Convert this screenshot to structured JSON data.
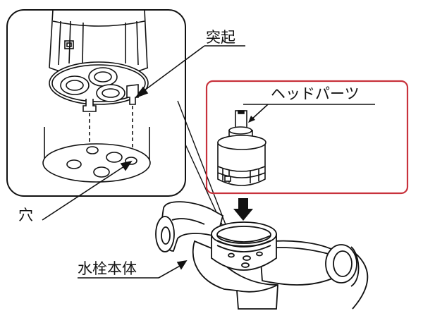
{
  "labels": {
    "protrusion": "突起",
    "head_part": "ヘッドパーツ",
    "hole": "穴",
    "faucet_body": "水栓本体"
  },
  "colors": {
    "line": "#111111",
    "highlight": "#c8323c",
    "background": "#ffffff"
  },
  "icons": {
    "insert_arrow": "arrow-down-icon"
  }
}
